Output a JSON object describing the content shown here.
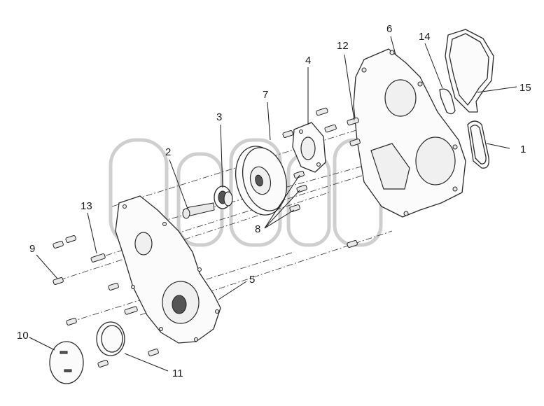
{
  "diagram": {
    "watermark": "TM",
    "callouts": [
      "1",
      "2",
      "3",
      "4",
      "5",
      "6",
      "7",
      "8",
      "9",
      "10",
      "11",
      "12",
      "13",
      "14",
      "15"
    ]
  }
}
